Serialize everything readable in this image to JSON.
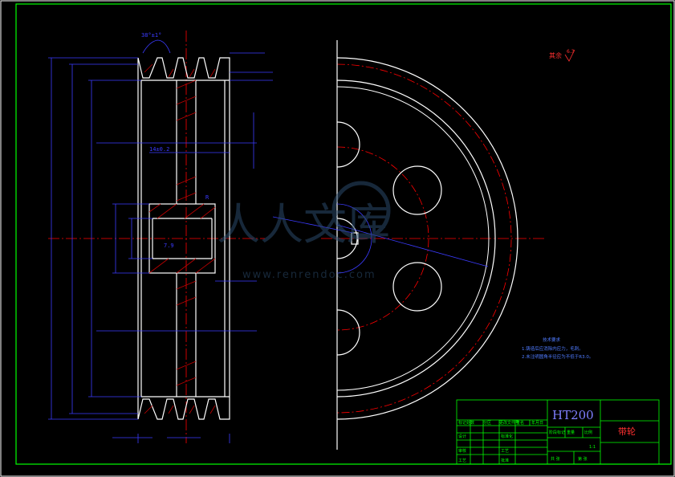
{
  "drawing": {
    "material": "HT200",
    "part_name": "带轮",
    "roughness_label": "其余",
    "roughness_value": "6.3",
    "notes_title": "技术要求",
    "notes": [
      "1.铸造后应消除内应力，毛刺。",
      "2.未注明圆角半径应为不低于R3.0。"
    ],
    "angle_label": "38°±1°",
    "key_width_label": "14±0.2",
    "bore_label": "7.9",
    "section_r": "R"
  },
  "title_block": {
    "row1": [
      "标记处数",
      "分区",
      "更改文件号",
      "签名",
      "年月日"
    ],
    "row2": [
      "设计",
      "",
      "标准化",
      "",
      "阶段标记",
      "重量",
      "比例"
    ],
    "row3": [
      "审核",
      "",
      "工艺",
      "",
      "",
      ""
    ],
    "row4": [
      "工艺",
      "",
      "批准",
      "",
      "共 张",
      "第 张"
    ],
    "scale": "1:1"
  },
  "watermark": {
    "cn": "人人文库",
    "url": "www.renrendoc.com"
  },
  "colors": {
    "frame": "#00ff00",
    "outline": "#ffffff",
    "center": "#ff0000",
    "dimension": "#3b3bff",
    "hatch": "#c00000",
    "title": "#ff3030",
    "material": "#7f7fff",
    "notes": "#4f7bff"
  }
}
